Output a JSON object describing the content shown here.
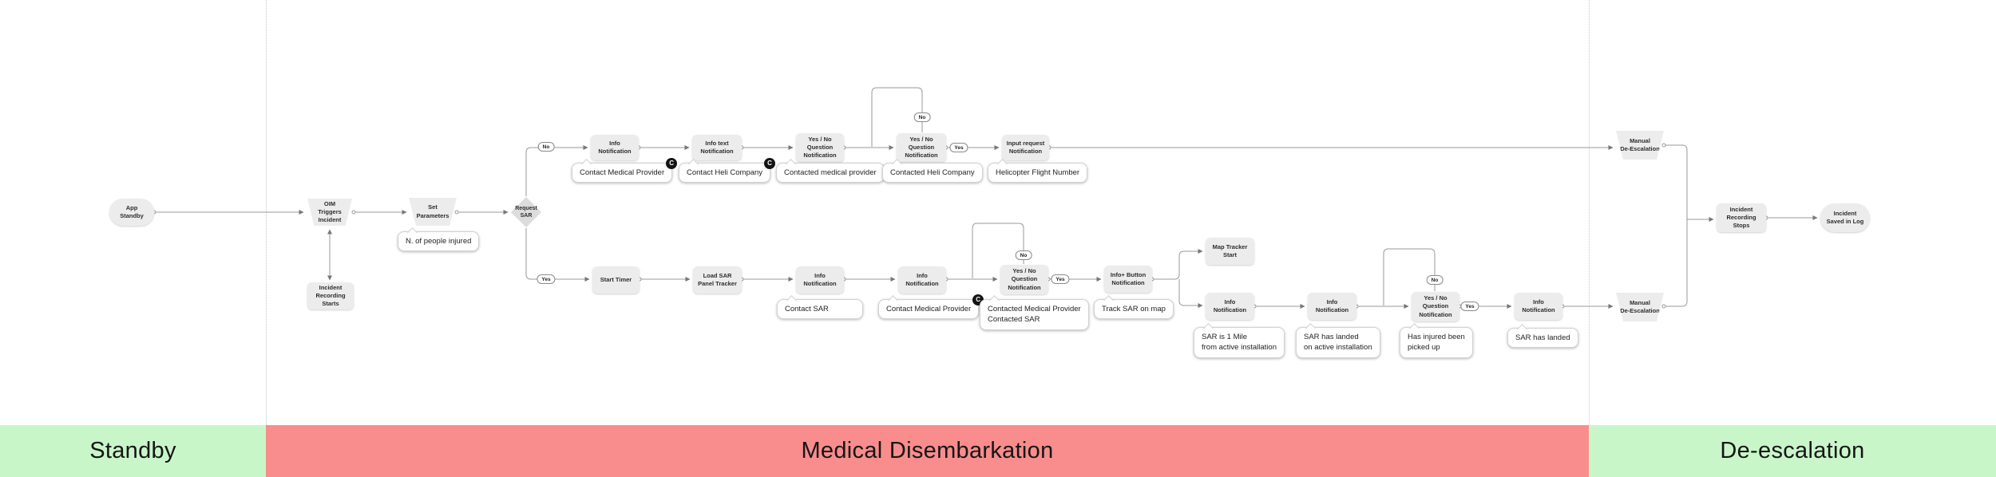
{
  "sections": [
    {
      "label": "Standby",
      "color": "#c9f6c9"
    },
    {
      "label": "Medical Disembarkation",
      "color": "#f98c8c"
    },
    {
      "label": "De-escalation",
      "color": "#c9f6c9"
    }
  ],
  "edge_labels": {
    "yes": "Yes",
    "no": "No"
  },
  "badge": {
    "label": "C"
  },
  "nodes": {
    "app_standby": "App\nStandby",
    "oim_triggers_incident": "OIM\nTriggers\nIncident",
    "incident_recording_starts": "Incident\nRecording\nStarts",
    "set_parameters": "Set\nParameters",
    "request_sar": "Request\nSAR",
    "info_notification_1": "Info\nNotification",
    "info_text_notification": "Info text\nNotification",
    "yes_no_question_1": "Yes / No\nQuestion\nNotification",
    "yes_no_question_2": "Yes / No\nQuestion\nNotification",
    "input_request_notification": "Input request\nNotification",
    "manual_deescalation_top": "Manual\nDe-Escalation",
    "start_timer": "Start Timer",
    "load_sar_panel_tracker": "Load SAR\nPanel Tracker",
    "info_notification_2": "Info\nNotification",
    "info_notification_3": "Info\nNotification",
    "yes_no_question_3": "Yes / No\nQuestion\nNotification",
    "info_plus_button_notification": "Info+ Button\nNotification",
    "map_tracker_start": "Map Tracker\nStart",
    "info_notification_4": "Info\nNotification",
    "info_notification_5": "Info\nNotification",
    "yes_no_question_4": "Yes / No\nQuestion\nNotification",
    "info_notification_6": "Info\nNotification",
    "manual_deescalation_bottom": "Manual\nDe-Escalation",
    "incident_recording_stops": "Incident\nRecording\nStops",
    "incident_saved_in_log": "Incident\nSaved in Log"
  },
  "bubbles": {
    "n_of_people_injured": "N. of people injured",
    "contact_medical_provider_top": "Contact Medical Provider",
    "contact_heli_company": "Contact Heli Company",
    "contacted_medical_provider": "Contacted medical provider",
    "contacted_heli_company": "Contacted Heli Company",
    "helicopter_flight_number": "Helicopter Flight Number",
    "contact_sar": "Contact SAR",
    "contact_medical_provider_bottom": "Contact Medical Provider",
    "contacted_medical_provider_sar": "Contacted Medical Provider\nContacted SAR",
    "track_sar_on_map": "Track SAR on map",
    "sar_1_mile": "SAR is 1 Mile\nfrom active installation",
    "sar_landed_installation": "SAR has landed\non active installation",
    "has_injured_been_picked_up": "Has injured been\npicked up",
    "sar_has_landed": "SAR has landed"
  }
}
